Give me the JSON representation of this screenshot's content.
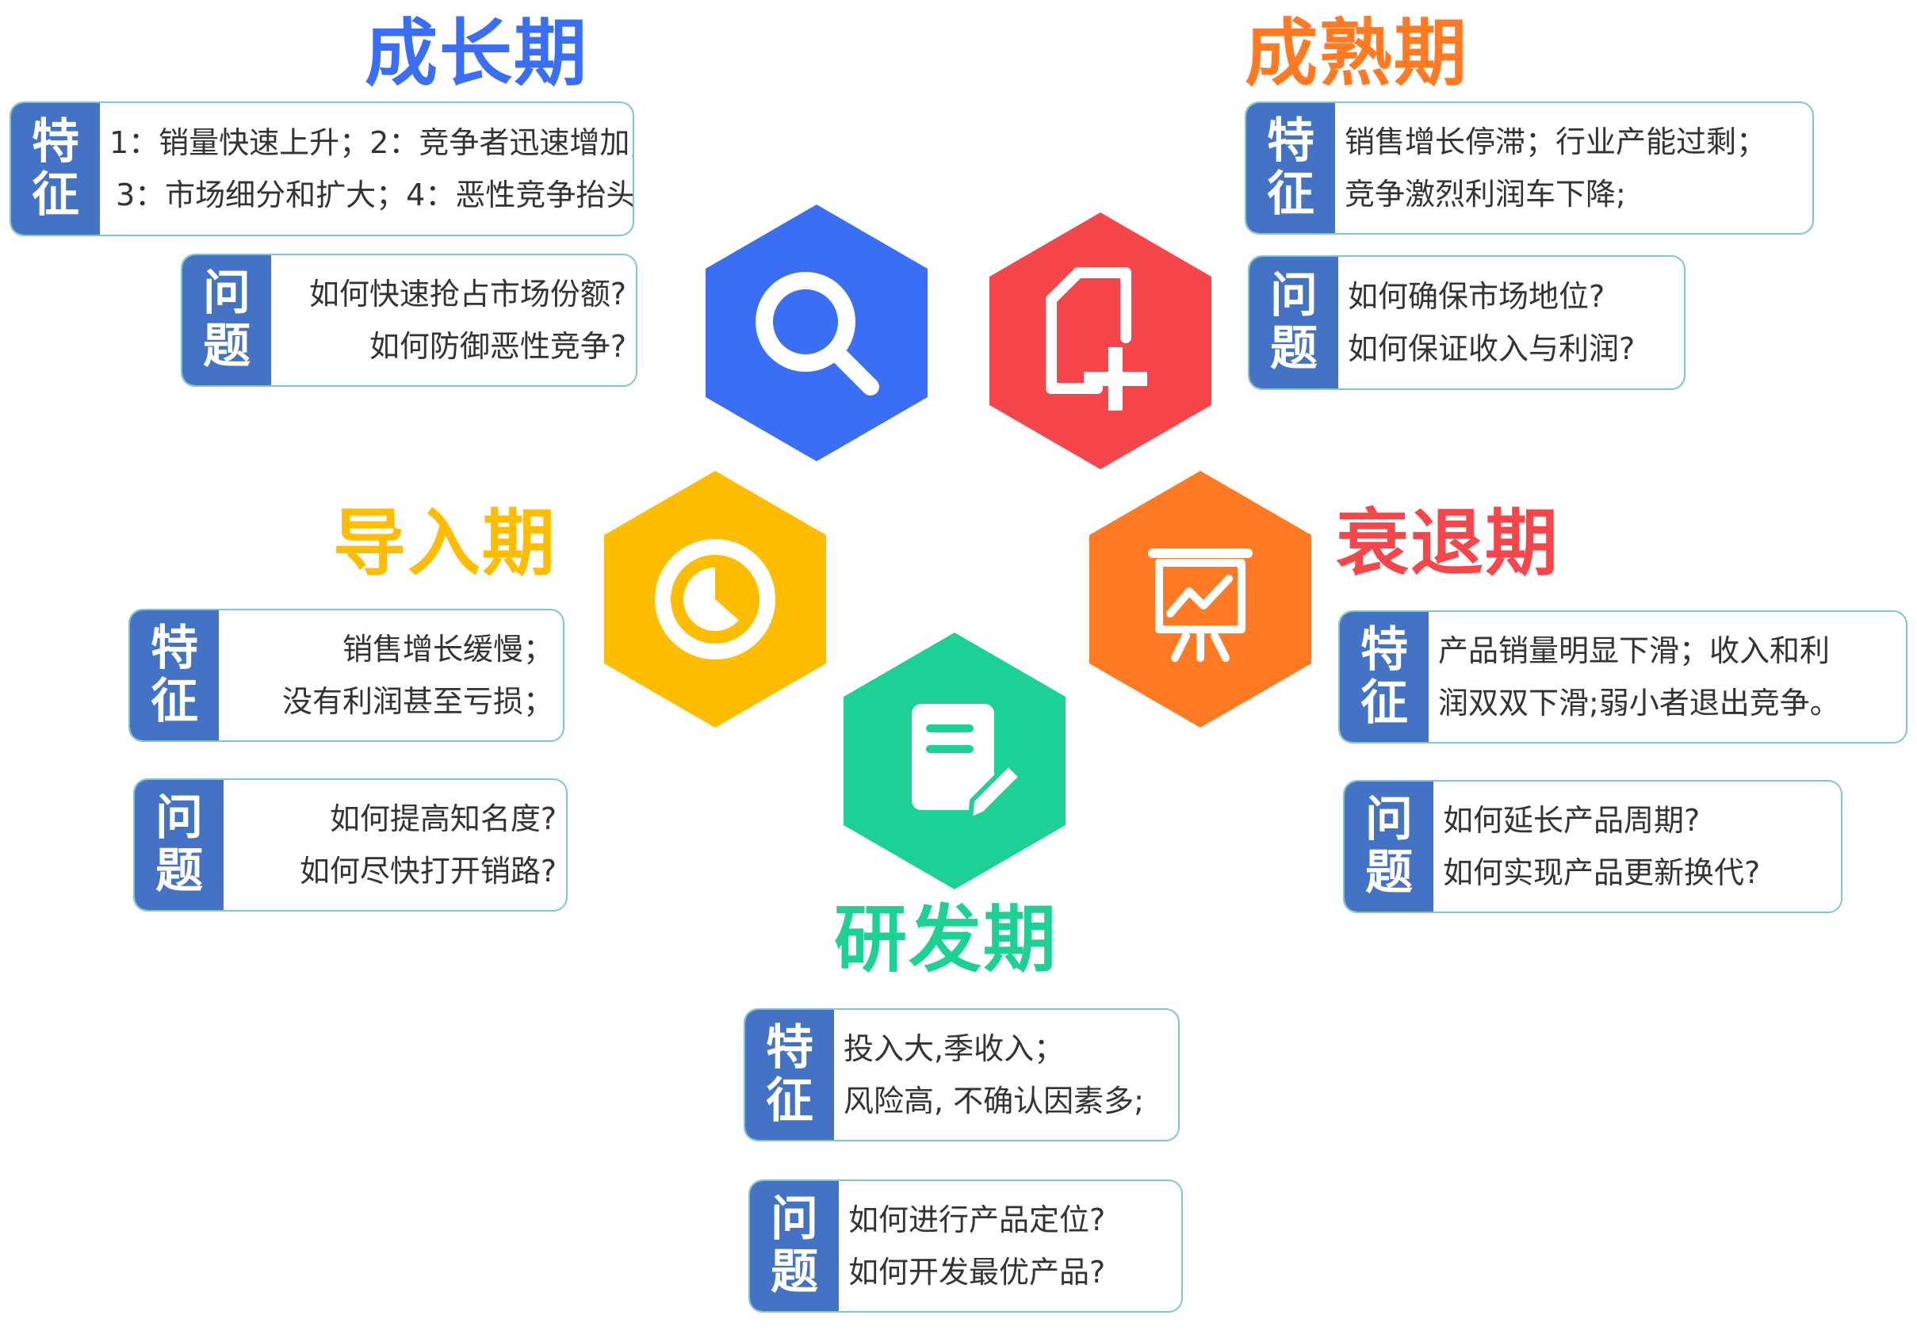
{
  "stages": {
    "growth": {
      "title": "成长期",
      "feature": [
        "1：销量快速上升；2：竞争者迅速增加;",
        "3：市场细分和扩大；4：恶性竞争抬头"
      ],
      "question": [
        "如何快速抢占市场份额?",
        "如何防御恶性竞争?"
      ]
    },
    "mature": {
      "title": "成熟期",
      "feature": [
        "销售增长停滞；行业产能过剩；",
        "竞争激烈利润车下降;"
      ],
      "question": [
        "如何确保市场地位?",
        "如何保证收入与利润?"
      ]
    },
    "intro": {
      "title": "导入期",
      "feature": [
        "销售增长缓慢；",
        "没有利润甚至亏损；"
      ],
      "question": [
        "如何提高知名度?",
        "如何尽快打开销路?"
      ]
    },
    "decline": {
      "title": "衰退期",
      "feature": [
        "产品销量明显下滑；收入和利",
        "润双双下滑;弱小者退出竞争。"
      ],
      "question": [
        "如何延长产品周期?",
        "如何实现产品更新换代?"
      ]
    },
    "rnd": {
      "title": "研发期",
      "feature": [
        "投入大,季收入；",
        "风险高, 不确认因素多;"
      ],
      "question": [
        "如何进行产品定位?",
        "如何开发最优产品?"
      ]
    }
  },
  "tags": {
    "feature": [
      "特",
      "征"
    ],
    "question": [
      "问",
      "题"
    ]
  },
  "colors": {
    "growth": "#3A6EF5",
    "mature": "#F5474B",
    "intro": "#FFBD00",
    "decline": "#FF7A22",
    "rnd": "#1DD196",
    "tag": "#4472C4",
    "border": "#7FC8C5"
  },
  "icons": {
    "growth": "search-icon",
    "mature": "file-add-icon",
    "intro": "pie-chart-icon",
    "decline": "presentation-chart-icon",
    "rnd": "note-edit-icon"
  }
}
